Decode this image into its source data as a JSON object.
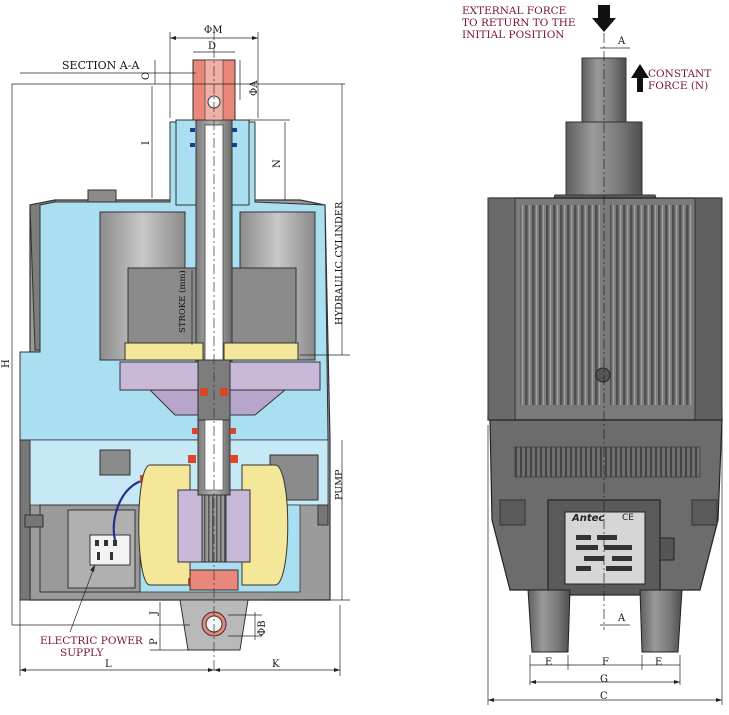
{
  "section_label": "SECTION A-A",
  "callouts": {
    "external_force": [
      "EXTERNAL FORCE",
      "TO RETURN TO THE",
      "INITIAL POSITION"
    ],
    "constant_force": [
      "CONSTANT",
      "FORCE (N)"
    ],
    "electric_power_supply": [
      "ELECTRIC POWER",
      "SUPPLY"
    ],
    "hydraulic_cylinder": "HYDRAULIC CYLINDER",
    "pump": "PUMP",
    "stroke": "STROKE (mm)"
  },
  "dimensions_left": {
    "phi_m": "ΦM",
    "d": "D",
    "phi_a": "ΦA",
    "o": "O",
    "i": "I",
    "n": "N",
    "h": "H",
    "j": "J",
    "p": "P",
    "phi_b": "ΦB",
    "l": "L",
    "k": "K"
  },
  "dimensions_right": {
    "a_top": "A",
    "a_bottom": "A",
    "e_left": "E",
    "f": "F",
    "e_right": "E",
    "g": "G",
    "c": "C"
  },
  "brand": "Antec",
  "ce_mark": "CE",
  "colors": {
    "hydraulic_fluid": "#a9dff0",
    "housing": "#8a8a8a",
    "seal_yellow": "#f4e79a",
    "piston_lilac": "#c9b9d8",
    "rod_red": "#e8877a",
    "label_maroon": "#7a1430"
  }
}
